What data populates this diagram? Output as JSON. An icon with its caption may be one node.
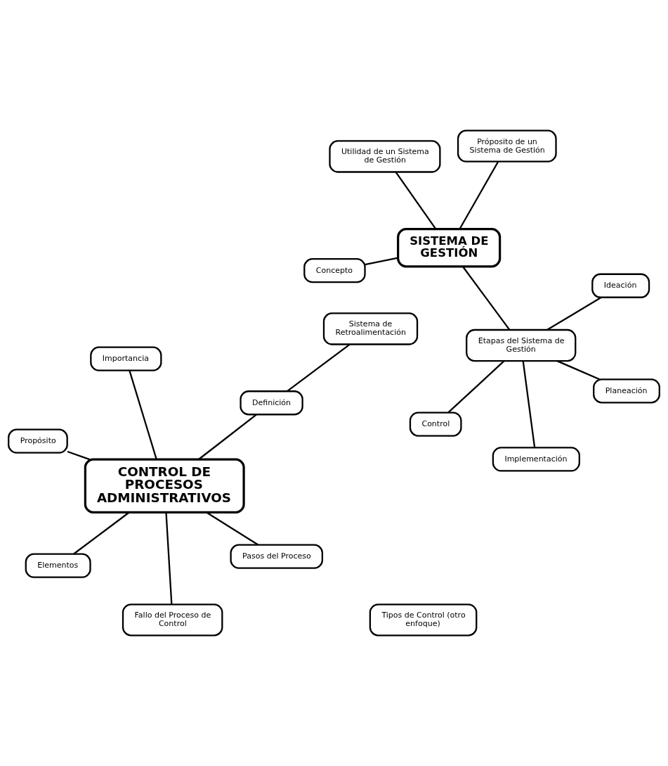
{
  "diagram": {
    "nodes": [
      {
        "text": [
          "Concepto"
        ]
      },
      {
        "text": [
          "Próposito de un Sistema de Gestión"
        ]
      },
      {
        "text": [
          "SISTEMA DE GESTIÓN"
        ]
      },
      {
        "text": [
          "Utilidad de un Sistema de Gestión"
        ]
      },
      {
        "text": [
          "Ideación"
        ]
      },
      {
        "text": [
          "Etapas del Sistema de Gestión"
        ]
      },
      {
        "text": [
          "Control"
        ]
      },
      {
        "text": [
          "Planeación"
        ]
      },
      {
        "text": [
          "Implementación"
        ]
      },
      {
        "text": [
          "Definición"
        ]
      },
      {
        "text": [
          "Sistema de Retroalimentación"
        ]
      },
      {
        "text": [
          "Fallo del Proceso de Control"
        ]
      },
      {
        "text": [
          "Importancia"
        ]
      },
      {
        "text": [
          "Tipos de Control (otro enfoque)"
        ]
      },
      {
        "text": [
          "CONTROL DE PROCESOS ADMINISTRATIVOS"
        ]
      },
      {
        "text": [
          "Propósito"
        ]
      },
      {
        "text": [
          "Elementos"
        ]
      },
      {
        "text": [
          "Pasos del Proceso"
        ]
      }
    ],
    "edges": [
      {
        "from": 0,
        "to": 2,
        "arrow": "none"
      },
      {
        "from": 1,
        "to": 2,
        "arrow": "none"
      },
      {
        "from": 2,
        "to": 3,
        "arrow": "none"
      },
      {
        "from": 2,
        "to": 5,
        "arrow": "none"
      },
      {
        "from": 4,
        "to": 5,
        "arrow": "none"
      },
      {
        "from": 5,
        "to": 6,
        "arrow": "none"
      },
      {
        "from": 5,
        "to": 7,
        "arrow": "none"
      },
      {
        "from": 5,
        "to": 8,
        "arrow": "none"
      },
      {
        "from": 9,
        "to": 10,
        "arrow": "none"
      },
      {
        "from": 9,
        "to": 14,
        "arrow": "none"
      },
      {
        "from": 11,
        "to": 14,
        "arrow": "none"
      },
      {
        "from": 14,
        "to": 12,
        "arrow": "none"
      },
      {
        "from": 14,
        "to": 15,
        "arrow": "none"
      },
      {
        "from": 14,
        "to": 16,
        "arrow": "none"
      },
      {
        "from": 14,
        "to": 17,
        "arrow": "none"
      }
    ]
  }
}
